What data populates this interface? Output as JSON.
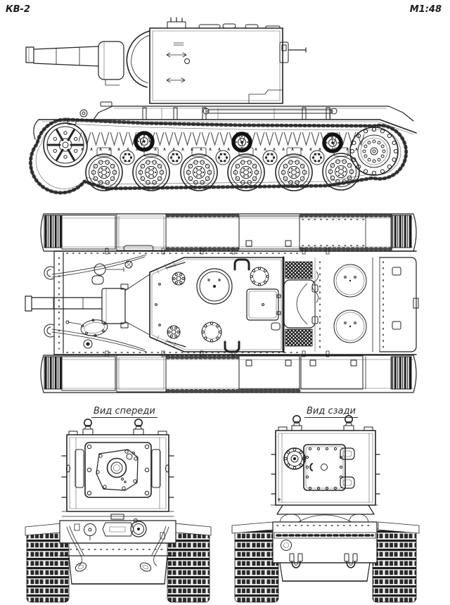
{
  "sheet": {
    "designation": "КВ-2",
    "scale_label": "М1:48"
  },
  "captions": {
    "front_view": "Вид спереди",
    "rear_view": "Вид сзади"
  },
  "colors": {
    "ink": "#1c1c1c",
    "paper": "#ffffff"
  }
}
